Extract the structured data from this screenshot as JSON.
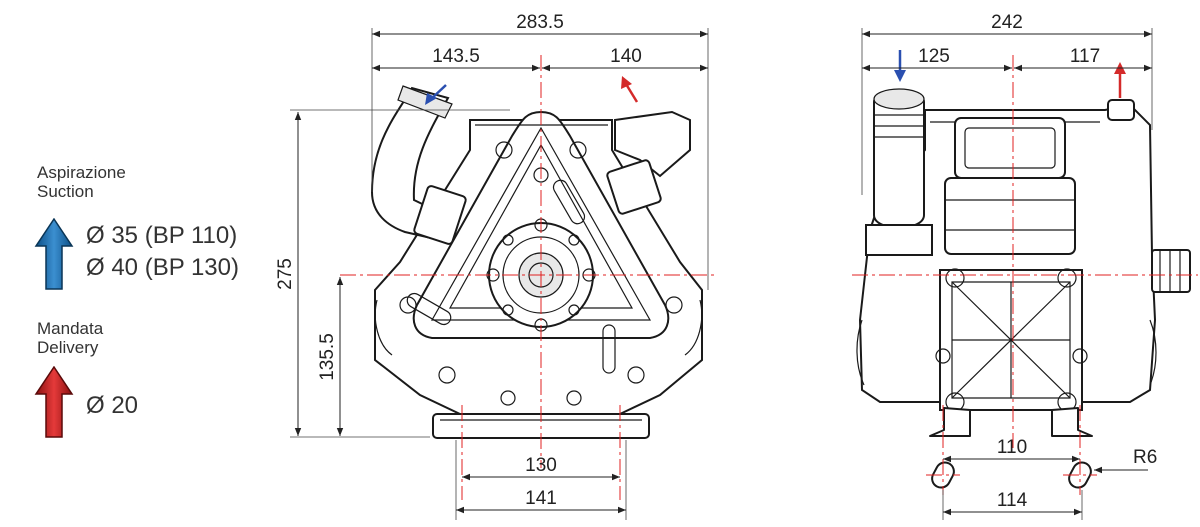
{
  "legend": {
    "suction_label_it": "Aspirazione",
    "suction_label_en": "Suction",
    "suction_value_1": "Ø 35 (BP 110)",
    "suction_value_2": "Ø 40 (BP 130)",
    "delivery_label_it": "Mandata",
    "delivery_label_en": "Delivery",
    "delivery_value": "Ø 20"
  },
  "front_view": {
    "overall_width": "283.5",
    "left_width": "143.5",
    "right_width": "140",
    "height": "275",
    "center_height": "135.5",
    "base_inner": "130",
    "base_outer": "141"
  },
  "side_view": {
    "overall_width": "242",
    "left_width": "125",
    "right_width": "117",
    "foot_inner": "110",
    "foot_outer": "114",
    "slot_radius": "R6"
  },
  "colors": {
    "suction_arrow": "#1f6fb0",
    "delivery_arrow": "#d42a2a",
    "centerline": "#e02020",
    "inlet_marker": "#2a4fb0"
  }
}
